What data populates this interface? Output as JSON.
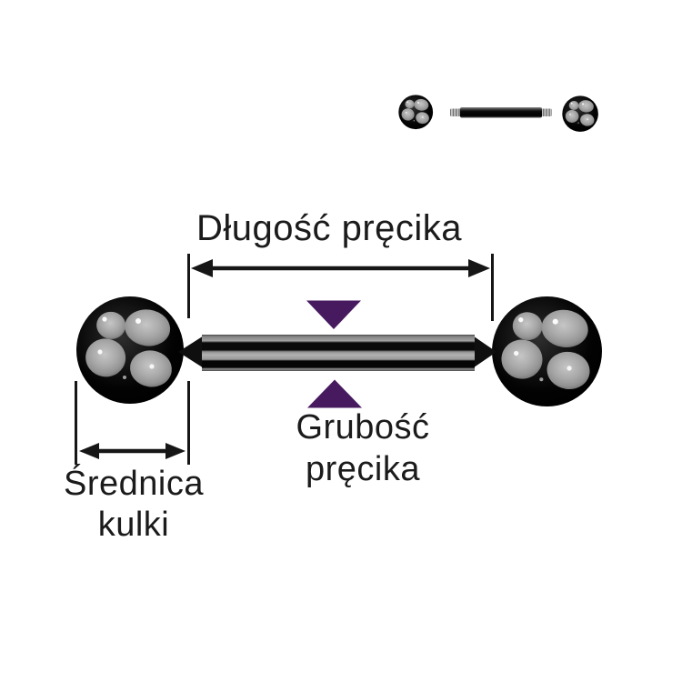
{
  "diagram": {
    "type": "product-dimension-diagram",
    "subject": "black barbell piercing, side view",
    "thumbnail": "disassembled barbell: two screw-on balls and threaded bar",
    "labels": {
      "bar_length": "Długość pręcika",
      "bar_thickness_line1": "Grubość",
      "bar_thickness_line2": "pręcika",
      "ball_diameter_line1": "Średnica",
      "ball_diameter_line2": "kulki"
    },
    "colors": {
      "background": "#ffffff",
      "text": "#1b1b1b",
      "measurement_line": "#161616",
      "pointer_purple": "#471a60",
      "barbell_black": "#000000",
      "reflection_gray": "#a8a8a8",
      "thread_silver": "#c4c4c4"
    },
    "icons": {
      "thickness_pointer_top": "triangle-down-icon",
      "thickness_pointer_bottom": "triangle-up-icon",
      "length_arrow": "double-headed-arrow-icon",
      "diameter_arrow": "double-headed-arrow-icon"
    }
  }
}
